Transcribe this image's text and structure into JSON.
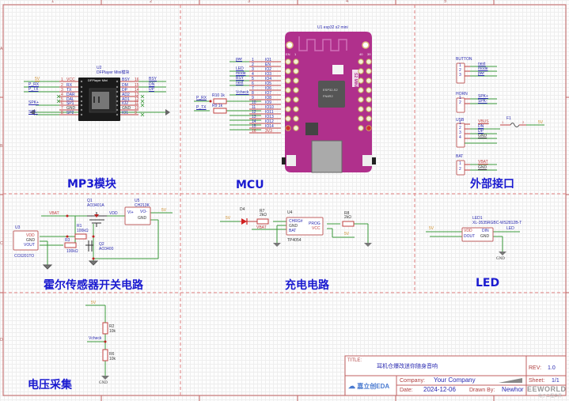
{
  "frame": {
    "columns": [
      "1",
      "2",
      "3",
      "4",
      "5"
    ],
    "rows": [
      "A",
      "B",
      "C",
      "D"
    ]
  },
  "sections": {
    "mp3": "MP3模块",
    "mcu": "MCU",
    "ext": "外部接口",
    "hall": "霍尔传感器开关电路",
    "charge": "充电电路",
    "led": "LED",
    "voltage": "电压采集"
  },
  "mp3_module": {
    "ref": "U2",
    "value": "DFPlayer Mini模块",
    "body_label": "DFPlayer Mini",
    "left_pins": [
      {
        "num": "1",
        "name": "VCC",
        "net": "5V"
      },
      {
        "num": "2",
        "name": "RX",
        "net": "P_RX"
      },
      {
        "num": "3",
        "name": "TX",
        "net": "P_TX"
      },
      {
        "num": "4",
        "name": "DAR",
        "net": ""
      },
      {
        "num": "5",
        "name": "DAL",
        "net": ""
      },
      {
        "num": "6",
        "name": "SP1",
        "net": "SPK+"
      },
      {
        "num": "7",
        "name": "GND",
        "net": ""
      },
      {
        "num": "8",
        "name": "SP2",
        "net": "SPK-"
      }
    ],
    "right_pins": [
      {
        "num": "16",
        "name": "BSY",
        "net": "BSY"
      },
      {
        "num": "15",
        "name": "DM",
        "net": "DN"
      },
      {
        "num": "14",
        "name": "DP",
        "net": "DP"
      },
      {
        "num": "13",
        "name": "AD2",
        "net": ""
      },
      {
        "num": "12",
        "name": "AD1",
        "net": ""
      },
      {
        "num": "11",
        "name": "IO2",
        "net": ""
      },
      {
        "num": "10",
        "name": "GND",
        "net": ""
      },
      {
        "num": "9",
        "name": "IO1",
        "net": ""
      }
    ]
  },
  "mcu": {
    "ref": "U1",
    "value": "esp32 s2 mini",
    "chip_label_1": "ESP32-S2",
    "chip_label_2": "FN4R2",
    "side_label": "S2 MINI",
    "corner_en": "EN",
    "corner_1": "1",
    "corner_40": "40",
    "corner_39": "39",
    "pins": [
      {
        "num": "1",
        "name": "IO1",
        "net": "pwr"
      },
      {
        "num": "2",
        "name": "EN",
        "net": ""
      },
      {
        "num": "3",
        "name": "IO2",
        "net": "LED"
      },
      {
        "num": "4",
        "name": "IO3",
        "net": "mode"
      },
      {
        "num": "5",
        "name": "IO4",
        "net": "BSY"
      },
      {
        "num": "6",
        "name": "IO5",
        "net": "next"
      },
      {
        "num": "7",
        "name": "IO6",
        "net": ""
      },
      {
        "num": "8",
        "name": "IO7",
        "net": "Vcheck"
      },
      {
        "num": "9",
        "name": "IO8",
        "net": ""
      },
      {
        "num": "10",
        "name": "IO9",
        "net": ""
      },
      {
        "num": "11",
        "name": "IO10",
        "net": ""
      },
      {
        "num": "12",
        "name": "IO11",
        "net": ""
      },
      {
        "num": "13",
        "name": "IO13",
        "net": ""
      },
      {
        "num": "14",
        "name": "IO12",
        "net": ""
      },
      {
        "num": "15",
        "name": "IO14",
        "net": ""
      },
      {
        "num": "16",
        "name": "3V3",
        "net": ""
      }
    ],
    "r10": {
      "ref": "R10",
      "value": "1k",
      "net": "P_RX"
    },
    "r9": {
      "ref": "R9",
      "value": "1k",
      "net": "P_TX"
    }
  },
  "ext": {
    "button": {
      "ref": "BUTTON",
      "pins": [
        "1",
        "2",
        "3"
      ],
      "nets": [
        "next",
        "mode",
        "pwr"
      ]
    },
    "horn": {
      "ref": "HORN",
      "pins": [
        "1",
        "2"
      ],
      "nets": [
        "SPK+",
        "SPK-"
      ]
    },
    "usb": {
      "ref": "USB",
      "pins": [
        "1",
        "2",
        "3",
        "4"
      ],
      "nets": [
        "VBUS",
        "DN",
        "DP",
        "GND"
      ]
    },
    "fuse": {
      "ref": "F1",
      "pin1": "1",
      "pin2": "2",
      "net": "5V"
    },
    "bat": {
      "ref": "BAT",
      "pins": [
        "1",
        "2"
      ],
      "nets": [
        "VBAT",
        "GND"
      ]
    }
  },
  "hall": {
    "q1": {
      "ref": "Q1",
      "value": "AO3401A"
    },
    "q2": {
      "ref": "Q2",
      "value": "AO3400"
    },
    "r1": {
      "ref": "R1",
      "value": "100kΩ"
    },
    "r3": {
      "ref": "R3",
      "value": "100kΩ"
    },
    "u3": {
      "ref": "U3",
      "value": "CC6201TO",
      "pins": [
        "VDD",
        "GND",
        "VOUT"
      ]
    },
    "u5": {
      "ref": "U5",
      "value": "CH213K",
      "pin_l": "VI+",
      "pin_r1": "VO-",
      "pin_r2": "GND"
    },
    "net_vbat": "VBAT",
    "net_vdd": "VDD",
    "net_5v": "5V"
  },
  "charge": {
    "d4": {
      "ref": "D4"
    },
    "r7": {
      "ref": "R7",
      "value": "2kΩ"
    },
    "r8": {
      "ref": "R8",
      "value": "2kΩ"
    },
    "u4": {
      "ref": "U4",
      "value": "TP4054",
      "pins_l": [
        "CHRG#",
        "GND",
        "BAT"
      ],
      "pins_r": [
        "PROG",
        "VCC"
      ]
    },
    "net_5v_in": "5V",
    "net_vbat": "VBAT",
    "net_5v_out": "5V"
  },
  "led": {
    "ref": "LED1",
    "value": "XL-3535RGBC-WS2812B-T",
    "pins_l": [
      "VDD",
      "DOUT"
    ],
    "pins_r": [
      "DIN",
      "GND"
    ],
    "net_5v": "5V",
    "net_led": "LED",
    "gnd": "GND"
  },
  "voltage": {
    "r2": {
      "ref": "R2",
      "value": "10k"
    },
    "r6": {
      "ref": "R6",
      "value": "10k"
    },
    "net_top": "5V",
    "net_mid": "Vcheck",
    "gnd": "GND"
  },
  "title_block": {
    "title_label": "TITLE:",
    "title": "耳机仓爆改迷你随身音响",
    "rev_label": "REV:",
    "rev": "1.0",
    "logo": "嘉立创EDA",
    "company_label": "Company:",
    "company": "Your Company",
    "sheet_label": "Sheet:",
    "sheet": "1/1",
    "date_label": "Date:",
    "date": "2024-12-06",
    "drawn_label": "Drawn By:",
    "drawn": "Newhor"
  },
  "watermark": {
    "text": "EEWORLD",
    "sub": "电子工程世界"
  },
  "colors": {
    "frame": "#c06060",
    "section_title": "#1a1ad0",
    "wire": "#3a9a3a",
    "pin_red": "#c04040",
    "net_blue": "#2a2ab0",
    "power_orange": "#d09030",
    "board": "#b0308c"
  }
}
